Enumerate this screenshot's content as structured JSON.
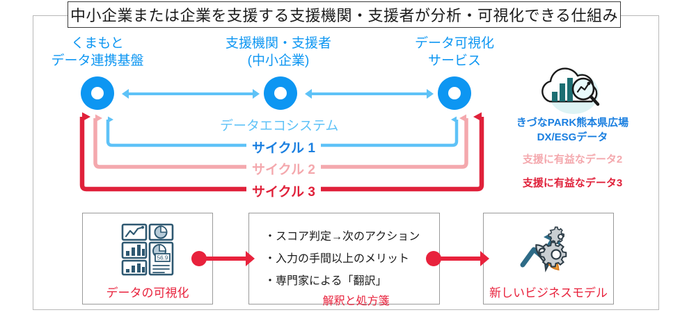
{
  "title": {
    "text": "中小企業または企業を支援する支援機関・支援者が分析・可視化できる仕組み"
  },
  "colors": {
    "node_blue": "#0d96f2",
    "label_blue": "#0d96f2",
    "cycle1": "#5ec2f7",
    "cycle2": "#f4a8ad",
    "cycle3": "#e0213a",
    "red_accent": "#e8223c",
    "icon_navy": "#2e5871",
    "frame_gray": "#b8b8b8"
  },
  "ecosystem": {
    "caption": "データエコシステム",
    "nodes": [
      {
        "label_line1": "くまもと",
        "label_line2": "データ連携基盤"
      },
      {
        "label_line1": "支援機関・支援者",
        "label_line2": "(中小企業)"
      },
      {
        "label_line1": "データ可視化",
        "label_line2": "サービス"
      }
    ],
    "cycles": [
      {
        "label": "サイクル 1",
        "color": "#1a7fe0"
      },
      {
        "label": "サイクル 2",
        "color": "#f4a8ad"
      },
      {
        "label": "サイクル 3",
        "color": "#e0213a"
      }
    ]
  },
  "data_source": {
    "icon": "cloud-analytics-icon",
    "title_line1": "きづなPARK熊本県広場",
    "title_line2": "DX/ESGデータ",
    "data2": "支援に有益なデータ2",
    "data3": "支援に有益なデータ3"
  },
  "bottom": {
    "left_box": {
      "icon": "dashboard-charts-icon",
      "icon_value_label": "56.9",
      "caption": "データの可視化"
    },
    "middle_box": {
      "bullets": [
        "スコア判定→次のアクション",
        "入力の手間以上のメリット",
        "専門家による「翻訳」"
      ],
      "bullet_marker": "・",
      "highlight": "解釈と処方箋"
    },
    "right_box": {
      "icon": "rocket-growth-gears-icon",
      "caption": "新しいビジネスモデル"
    }
  }
}
